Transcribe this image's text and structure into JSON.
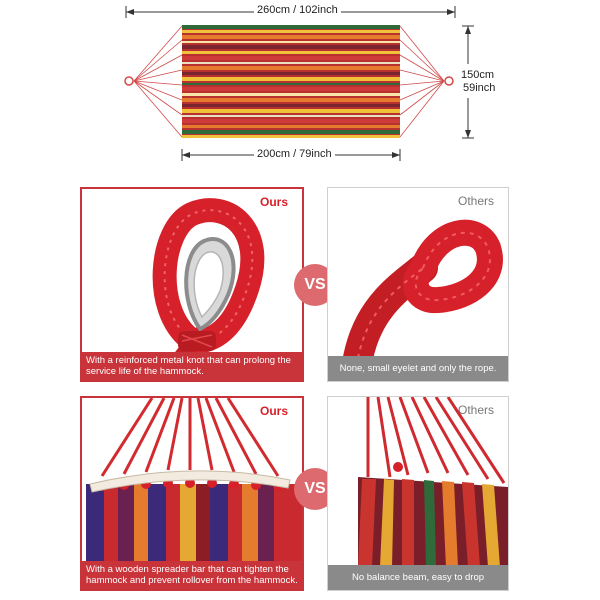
{
  "dimensions": {
    "top_width": "260cm / 102inch",
    "bottom_width": "200cm / 79inch",
    "height_cm": "150cm",
    "height_inch": "59inch"
  },
  "comparison_1": {
    "ours_label": "Ours",
    "ours_caption": "With a reinforced metal knot that can prolong the service life of the hammock.",
    "vs_label": "VS",
    "others_label": "Others",
    "others_caption": "None, small eyelet and only the rope."
  },
  "comparison_2": {
    "ours_label": "Ours",
    "ours_caption": "With a wooden spreader bar that can tighten the hammock and prevent rollover from the hammock.",
    "vs_label": "VS",
    "others_label": "Others",
    "others_caption": "No balance beam, easy to drop"
  },
  "colors": {
    "ours_red": "#c9343b",
    "vs_circle": "#dd6a6e",
    "others_gray": "#8a8a8a",
    "rope_red": "#d6202a"
  },
  "icons": [
    "metal-thimble-icon",
    "rope-eyelet-icon",
    "spreader-bar-icon",
    "hammock-strings-icon"
  ]
}
